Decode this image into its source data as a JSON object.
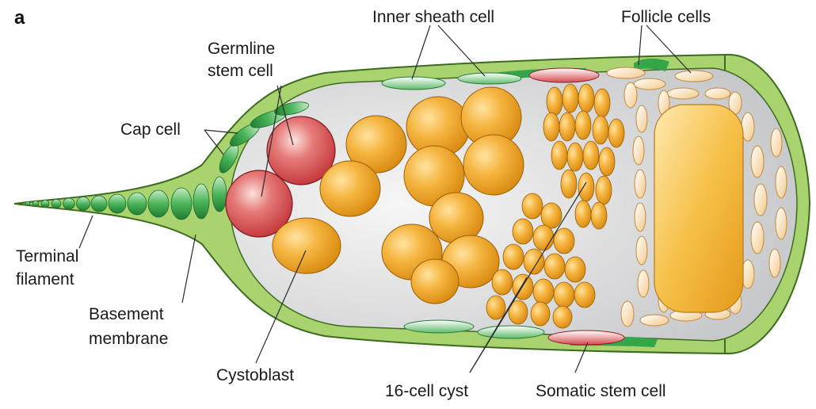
{
  "figure": {
    "panel_letter": "a",
    "labels": {
      "inner_sheath_cell": "Inner sheath cell",
      "follicle_cells": "Follicle cells",
      "germline_stem_cell_line1": "Germline",
      "germline_stem_cell_line2": "stem cell",
      "cap_cell": "Cap cell",
      "terminal_filament_line1": "Terminal",
      "terminal_filament_line2": "filament",
      "basement_membrane_line1": "Basement",
      "basement_membrane_line2": "membrane",
      "cystoblast": "Cystoblast",
      "sixteen_cell_cyst": "16-cell cyst",
      "somatic_stem_cell": "Somatic stem cell"
    }
  },
  "colors": {
    "basement_membrane": "#a9d36f",
    "membrane_edge": "#3c6b1f",
    "interior": "#dadbdc",
    "germline_cyst": "#f2a628",
    "stem_cell": "#d9484c",
    "somatic": "#35a54a",
    "follicle": "#fbe8c4"
  }
}
